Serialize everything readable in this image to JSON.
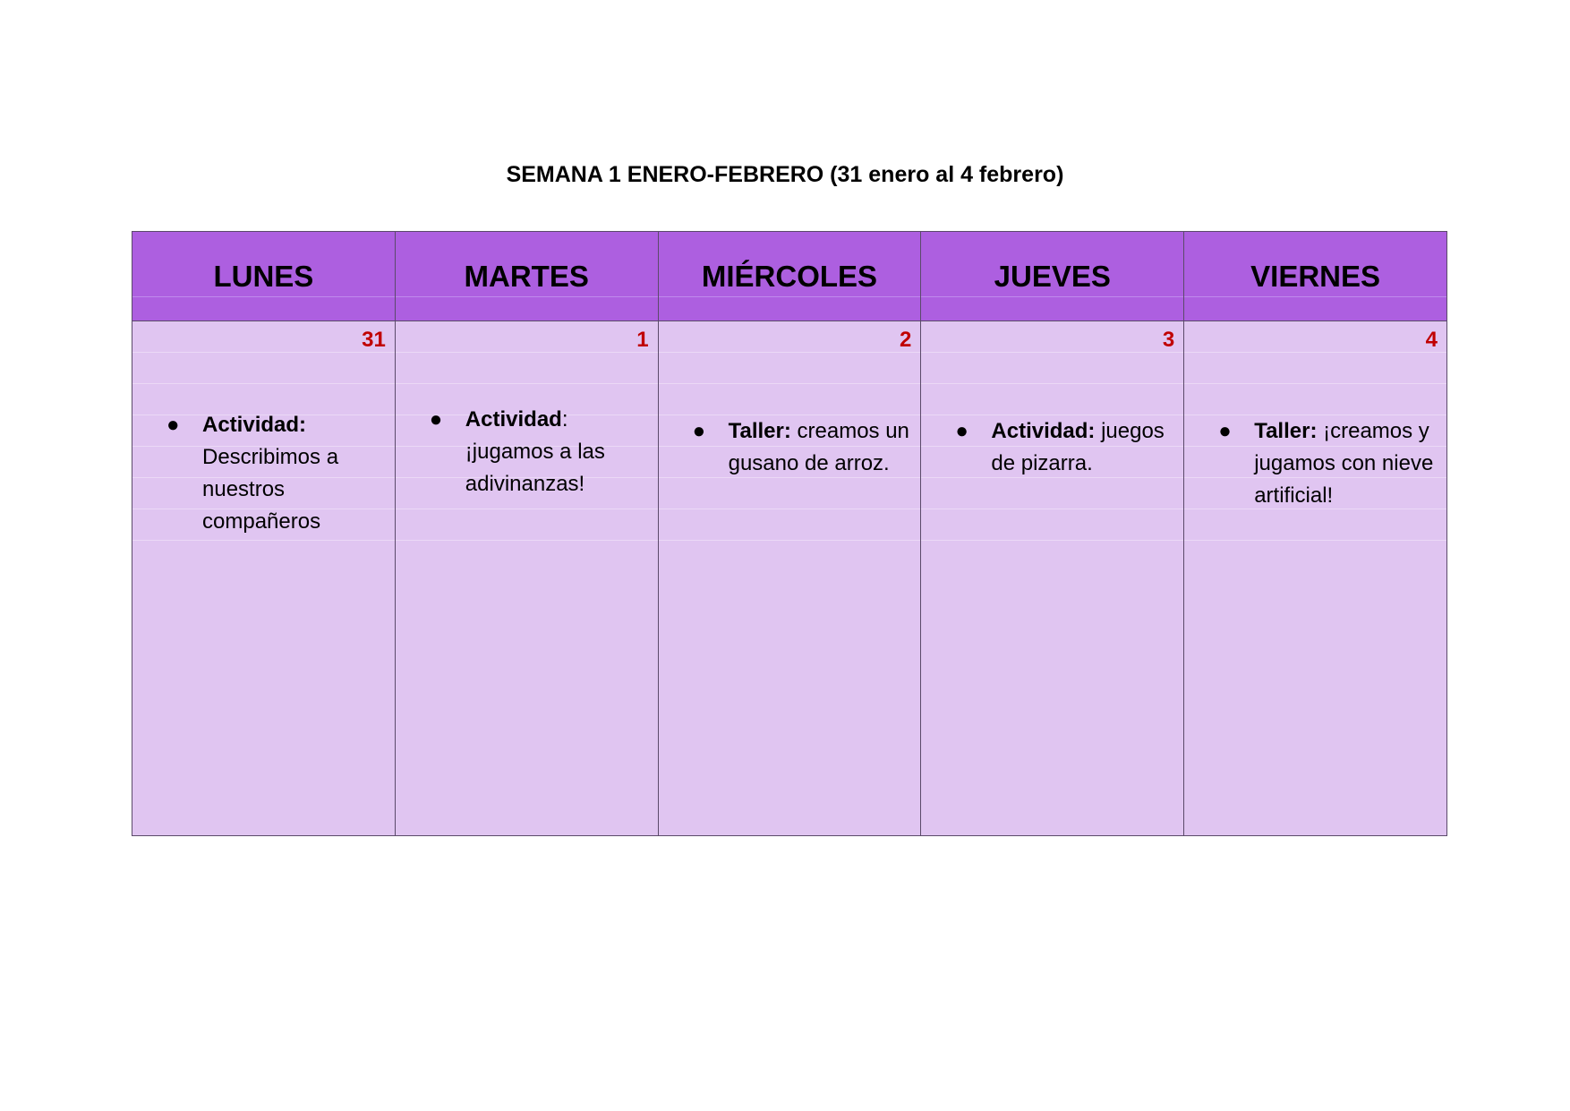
{
  "title": "SEMANA 1 ENERO-FEBRERO (31 enero al 4 febrero)",
  "colors": {
    "header_bg": "#ad5fe0",
    "cell_bg": "#e0c5f1",
    "day_number": "#c00000",
    "border": "#5b4a6a"
  },
  "days": [
    {
      "name": "LUNES",
      "number": "31",
      "activity_label": "Actividad:",
      "activity_text": " Describimos a nuestros compañeros"
    },
    {
      "name": "MARTES",
      "number": "1",
      "activity_label": "Actividad",
      "activity_text": ": ¡jugamos a las adivinanzas!"
    },
    {
      "name": "MIÉRCOLES",
      "number": "2",
      "activity_label": "Taller:",
      "activity_text": " creamos un gusano de arroz."
    },
    {
      "name": "JUEVES",
      "number": "3",
      "activity_label": "Actividad:",
      "activity_text": " juegos de pizarra."
    },
    {
      "name": "VIERNES",
      "number": "4",
      "activity_label": "Taller:",
      "activity_text": " ¡creamos y jugamos con nieve artificial!"
    }
  ]
}
